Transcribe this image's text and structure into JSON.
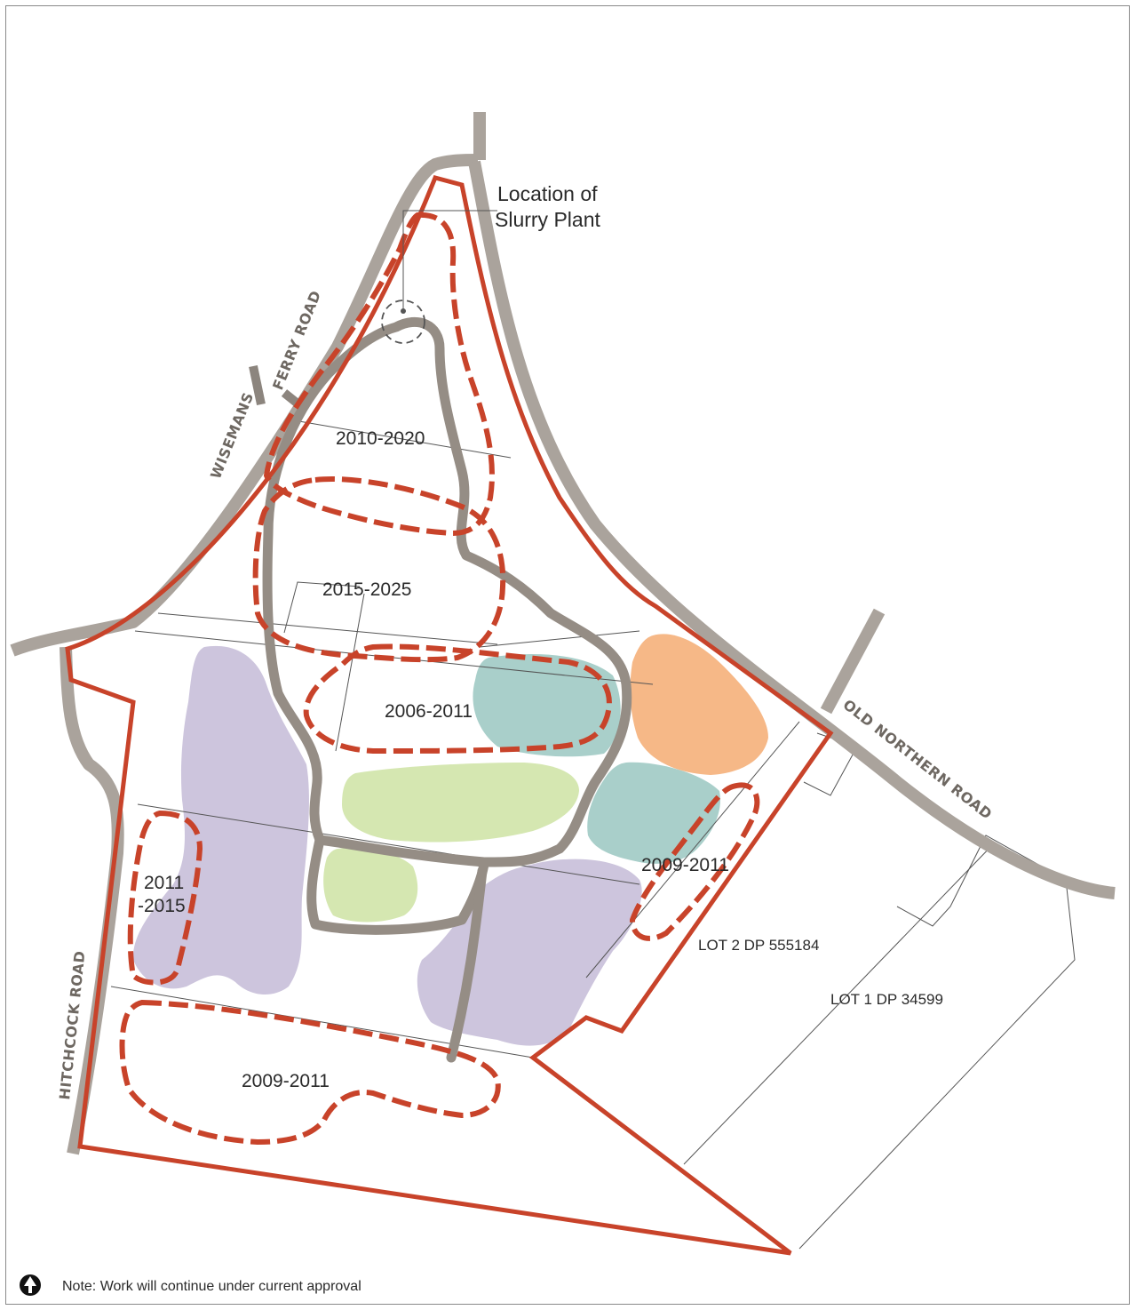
{
  "map": {
    "slurry_plant": {
      "line1": "Location of",
      "line2": "Slurry Plant"
    },
    "roads": {
      "wisemans": "WISEMANS",
      "ferry": "FERRY ROAD",
      "old_northern": "OLD NORTHERN ROAD",
      "hitchcock": "HITCHCOCK ROAD"
    },
    "stages": {
      "s2010": "2010-2020",
      "s2015": "2015-2025",
      "s2006": "2006-2011",
      "s2009_east": "2009-2011",
      "s2011_line1": "2011",
      "s2011_line2": "-2015",
      "s2009_south": "2009-2011"
    },
    "lots": {
      "lot2": "LOT 2 DP 555184",
      "lot1": "LOT 1 DP 34599"
    },
    "note": "Note: Work will continue under current approval",
    "colors": {
      "boundary": "#c8432a",
      "road": "#aaa39c",
      "track": "#958d85",
      "lavender": "#cdc5dd",
      "teal": "#a9cfca",
      "green": "#d5e7b1",
      "orange": "#f6b887"
    },
    "icons": {
      "north_arrow": "north-arrow-icon"
    }
  }
}
